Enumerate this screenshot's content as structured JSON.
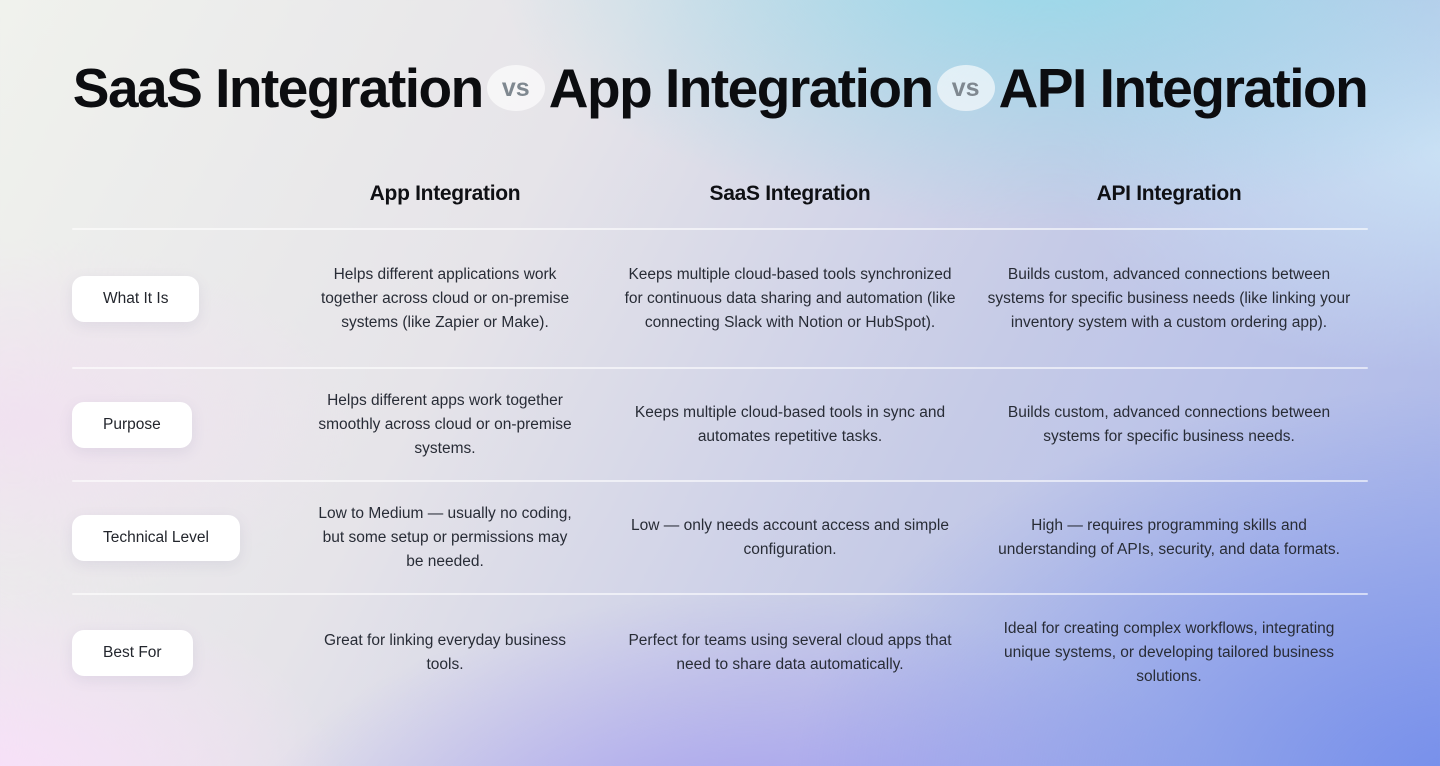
{
  "page": {
    "title_segments": [
      "SaaS Integration",
      "App Integration",
      "API Integration"
    ],
    "vs_label": "vs"
  },
  "table": {
    "columns": [
      "App Integration",
      "SaaS Integration",
      "API Integration"
    ],
    "rows": [
      {
        "label": "What It Is",
        "cells": [
          "Helps different applications work together across cloud or on-premise systems (like Zapier or Make).",
          "Keeps multiple cloud-based tools synchronized for continuous data sharing and automation (like connecting Slack with Notion or HubSpot).",
          "Builds custom, advanced connections between systems for specific business needs (like linking your inventory system with a custom ordering app)."
        ]
      },
      {
        "label": "Purpose",
        "cells": [
          "Helps different apps work together smoothly across cloud or on-premise systems.",
          "Keeps multiple cloud-based tools in sync and automates repetitive tasks.",
          "Builds custom, advanced connections between systems for specific business needs."
        ]
      },
      {
        "label": "Technical Level",
        "cells": [
          "Low to Medium — usually no coding, but some setup or permissions may be needed.",
          "Low — only needs account access and simple configuration.",
          "High — requires programming skills and understanding of APIs, security, and data formats."
        ]
      },
      {
        "label": "Best For",
        "cells": [
          "Great for linking everyday business tools.",
          "Perfect for teams using several cloud apps that need to share data automatically.",
          "Ideal for creating complex workflows, integrating unique systems, or developing tailored business solutions."
        ]
      }
    ]
  },
  "colors": {
    "title_text": "#0c0d10",
    "body_text": "#282c36",
    "vs_text": "#7f8890",
    "pill_background": "#ffffff",
    "divider": "rgba(255,255,255,0.6)",
    "bg_top_left": "#f0f2ed",
    "bg_top_cyan": "#96d9e9",
    "bg_bottom_left_pink": "#f9dffa",
    "bg_bottom_violet": "#988df2",
    "bg_bottom_right_blue": "#718beb"
  }
}
